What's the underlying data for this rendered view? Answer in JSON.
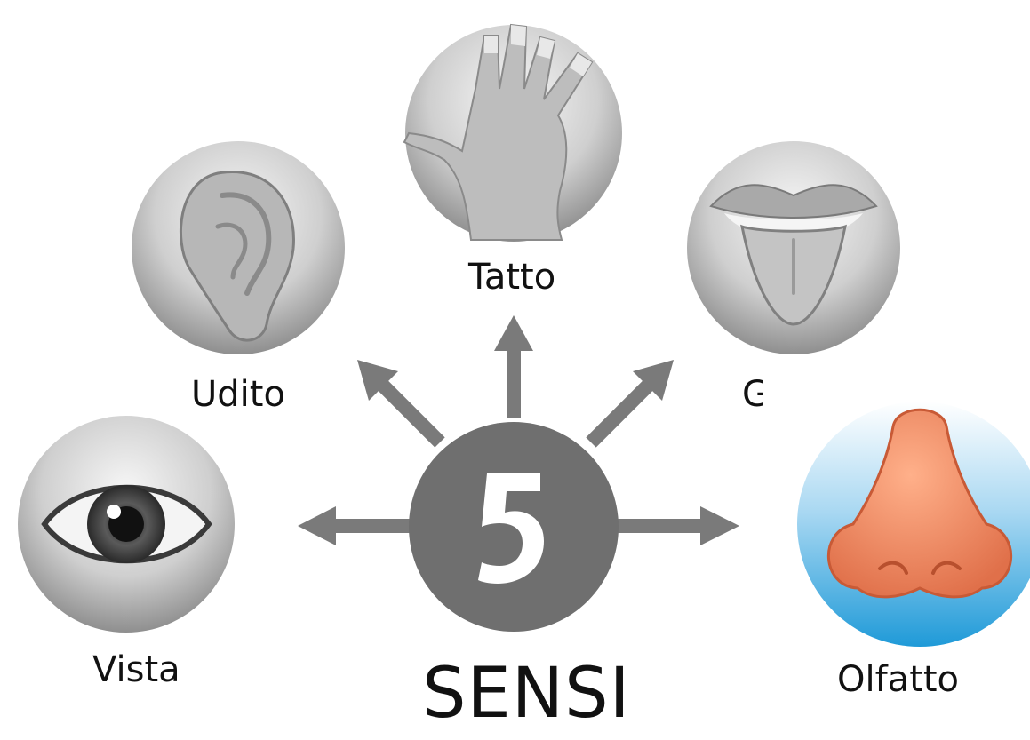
{
  "center": {
    "number": "5"
  },
  "title": "SENSI",
  "senses": {
    "tatto": {
      "label": "Tatto",
      "icon": "hand-icon"
    },
    "udito": {
      "label": "Udito",
      "icon": "ear-icon"
    },
    "gusto": {
      "label": "G",
      "icon": "mouth-icon"
    },
    "vista": {
      "label": "Vista",
      "icon": "eye-icon"
    },
    "olfatto": {
      "label": "Olfatto",
      "icon": "nose-icon"
    }
  },
  "colors": {
    "arrow": "#7a7a7a",
    "center_circle": "#6f6f6f",
    "nose_skin": "#f08a62",
    "nose_bg": "#2b9fd8"
  }
}
